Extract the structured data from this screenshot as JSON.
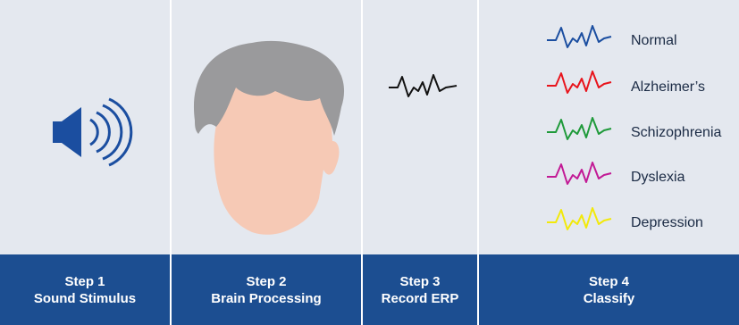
{
  "steps": [
    {
      "step": "Step 1",
      "label": "Sound Stimulus"
    },
    {
      "step": "Step 2",
      "label": "Brain Processing"
    },
    {
      "step": "Step 3",
      "label": "Record ERP"
    },
    {
      "step": "Step 4",
      "label": "Classify"
    }
  ],
  "classes": [
    {
      "label": "Normal",
      "color": "#1b4ea0"
    },
    {
      "label": "Alzheimer’s",
      "color": "#e8141c"
    },
    {
      "label": "Schizophrenia",
      "color": "#1f9a3a"
    },
    {
      "label": "Dyslexia",
      "color": "#c21a95"
    },
    {
      "label": "Depression",
      "color": "#f2e90a"
    }
  ],
  "colors": {
    "background": "#e4e8ef",
    "footer": "#1c4e91",
    "speaker": "#1b4ea0",
    "head_skin": "#f6c9b5",
    "head_hair": "#9a9a9c",
    "erp_trace": "#111111"
  },
  "icons": {
    "stimulus": "speaker-icon",
    "processing": "head-icon",
    "record": "erp-waveform-icon"
  }
}
